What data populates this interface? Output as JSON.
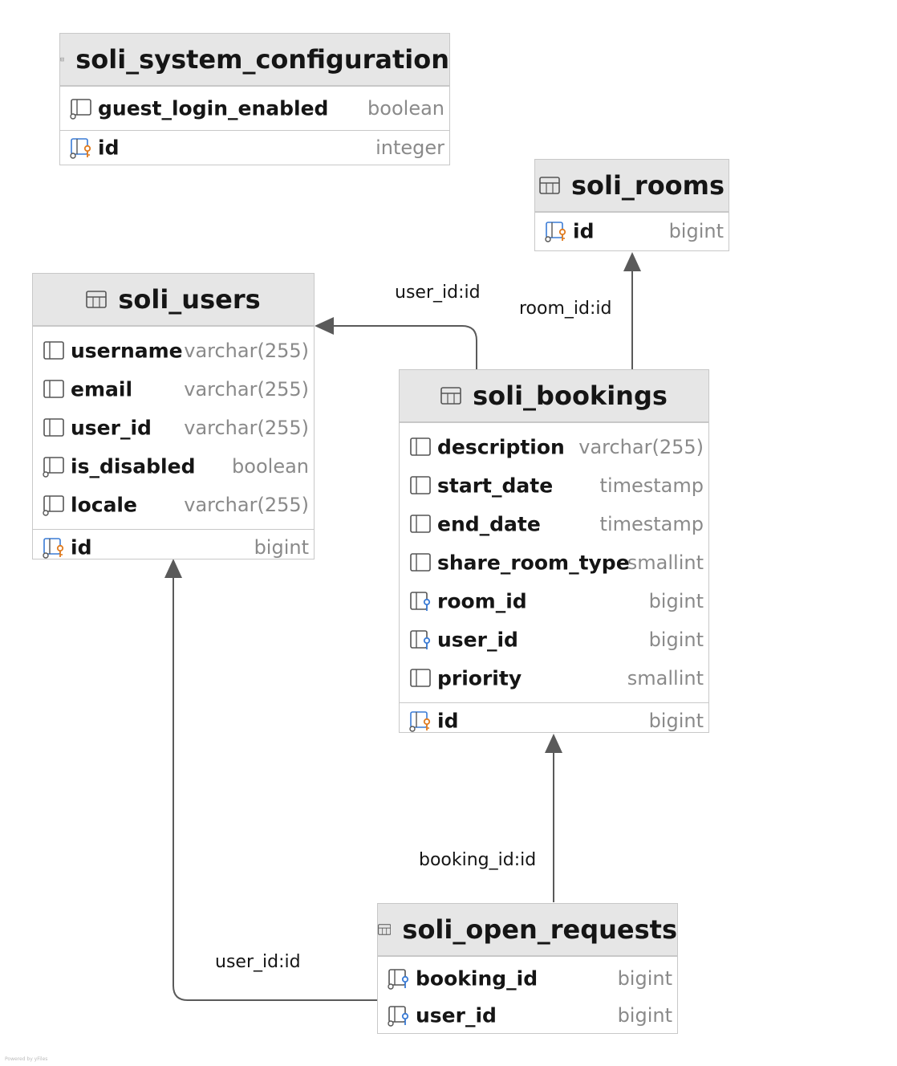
{
  "tables": {
    "system_configuration": {
      "name": "soli_system_configuration",
      "columns": [
        {
          "name": "guest_login_enabled",
          "type": "boolean"
        }
      ],
      "pk": {
        "name": "id",
        "type": "integer"
      }
    },
    "rooms": {
      "name": "soli_rooms",
      "columns": [],
      "pk": {
        "name": "id",
        "type": "bigint"
      }
    },
    "users": {
      "name": "soli_users",
      "columns": [
        {
          "name": "username",
          "type": "varchar(255)"
        },
        {
          "name": "email",
          "type": "varchar(255)"
        },
        {
          "name": "user_id",
          "type": "varchar(255)"
        },
        {
          "name": "is_disabled",
          "type": "boolean"
        },
        {
          "name": "locale",
          "type": "varchar(255)"
        }
      ],
      "pk": {
        "name": "id",
        "type": "bigint"
      }
    },
    "bookings": {
      "name": "soli_bookings",
      "columns": [
        {
          "name": "description",
          "type": "varchar(255)"
        },
        {
          "name": "start_date",
          "type": "timestamp"
        },
        {
          "name": "end_date",
          "type": "timestamp"
        },
        {
          "name": "share_room_type",
          "type": "smallint"
        },
        {
          "name": "room_id",
          "type": "bigint"
        },
        {
          "name": "user_id",
          "type": "bigint"
        },
        {
          "name": "priority",
          "type": "smallint"
        }
      ],
      "pk": {
        "name": "id",
        "type": "bigint"
      }
    },
    "open_requests": {
      "name": "soli_open_requests",
      "columns": [
        {
          "name": "booking_id",
          "type": "bigint"
        },
        {
          "name": "user_id",
          "type": "bigint"
        }
      ]
    }
  },
  "relations": [
    {
      "label": "user_id:id",
      "from": "soli_bookings",
      "to": "soli_users"
    },
    {
      "label": "room_id:id",
      "from": "soli_bookings",
      "to": "soli_rooms"
    },
    {
      "label": "booking_id:id",
      "from": "soli_open_requests",
      "to": "soli_bookings"
    },
    {
      "label": "user_id:id",
      "from": "soli_open_requests",
      "to": "soli_users"
    }
  ],
  "watermark": "Powered by yFiles",
  "colors": {
    "header_bg": "#e6e6e6",
    "border": "#c8c8c8",
    "type_text": "#8a8a8a",
    "pk_key": "#e07b1f",
    "fk_key": "#3a7bd5",
    "edge": "#5a5a5a"
  },
  "icons": {
    "table": "table-icon",
    "column": "column-icon",
    "nullable_column": "nullable-column-icon",
    "primary_key": "primary-key-icon",
    "foreign_key": "foreign-key-icon"
  }
}
